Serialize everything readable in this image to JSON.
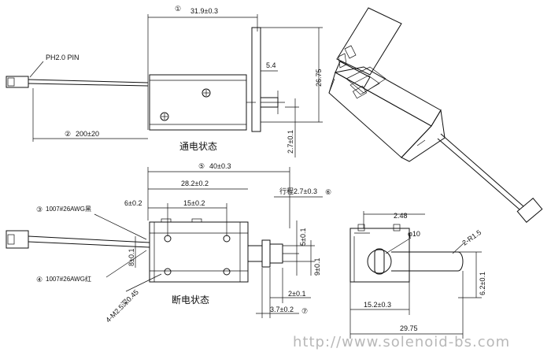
{
  "labels": {
    "top_length": "31.9±0.3",
    "connector": "PH2.0 PIN",
    "wire_length": "200±20",
    "dim_5_4": "5.4",
    "dim_26_75": "26.75",
    "dim_2_7_top": "2.7±0.1",
    "state_energized": "通电状态",
    "overall_length": "40±0.3",
    "body_length": "28.2±0.2",
    "stroke": "行程2.7±0.3",
    "black_wire": "1007#26AWG黑",
    "red_wire": "1007#26AWG红",
    "dim_6": "6±0.2",
    "dim_15": "15±0.2",
    "dim_8": "8±0.1",
    "dim_5": "5±0.1",
    "dim_9": "9±0.1",
    "holes": "4-M2.5深0.45",
    "state_deenergized": "断电状态",
    "dim_2_bottom": "2±0.1",
    "dim_3_7": "3.7±0.2",
    "dim_2_48": "2.48",
    "dia_10": "φ10",
    "radius": "2-R1.5",
    "dim_6_2": "6.2±0.1",
    "dim_15_2": "15.2±0.3",
    "dim_29_75": "29.75",
    "watermark": "http://www.solenoid-bs.com"
  },
  "markers": [
    "①",
    "②",
    "③",
    "④",
    "⑤",
    "⑥",
    "⑦"
  ]
}
